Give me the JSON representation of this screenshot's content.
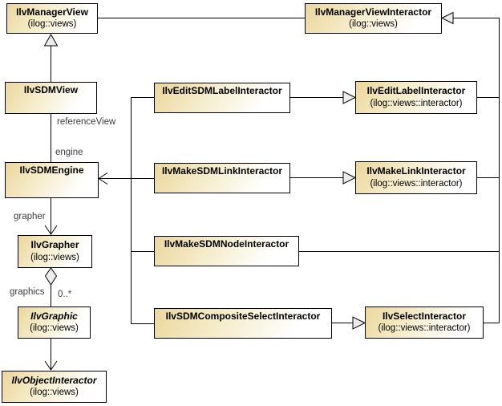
{
  "diagram": {
    "type": "uml-class-diagram",
    "background_color": "#ffffff",
    "node_fill_gradient_start": "#ecd79c",
    "node_fill_gradient_end": "#ffffff",
    "node_border_color": "#000000",
    "edge_color": "#000000"
  },
  "nodes": [
    {
      "id": "ilv-manager-view",
      "title": "IlvManagerView",
      "subtitle": "(ilog::views)"
    },
    {
      "id": "ilv-manager-view-interactor",
      "title": "IlvManagerViewInteractor",
      "subtitle": "(ilog::views)"
    },
    {
      "id": "ilv-sdm-view",
      "title": "IlvSDMView",
      "subtitle": ""
    },
    {
      "id": "ilv-edit-sdm-label-interactor",
      "title": "IlvEditSDMLabelInteractor",
      "subtitle": ""
    },
    {
      "id": "ilv-edit-label-interactor",
      "title": "IlvEditLabelInteractor",
      "subtitle": "(ilog::views::interactor)"
    },
    {
      "id": "ilv-sdm-engine",
      "title": "IlvSDMEngine",
      "subtitle": ""
    },
    {
      "id": "ilv-make-sdm-link-interactor",
      "title": "IlvMakeSDMLinkInteractor",
      "subtitle": ""
    },
    {
      "id": "ilv-make-link-interactor",
      "title": "IlvMakeLinkInteractor",
      "subtitle": "(ilog::views::interactor)"
    },
    {
      "id": "ilv-grapher",
      "title": "IlvGrapher",
      "subtitle": "(ilog::views)"
    },
    {
      "id": "ilv-make-sdm-node-interactor",
      "title": "IlvMakeSDMNodeInteractor",
      "subtitle": ""
    },
    {
      "id": "ilv-graphic",
      "title": "IlvGraphic",
      "subtitle": "(ilog::views)",
      "abstract": true
    },
    {
      "id": "ilv-sdm-composite-select-interactor",
      "title": "IlvSDMCompositeSelectInteractor",
      "subtitle": ""
    },
    {
      "id": "ilv-select-interactor",
      "title": "IlvSelectInteractor",
      "subtitle": "(ilog::views::interactor)"
    },
    {
      "id": "ilv-object-interactor",
      "title": "IlvObjectInteractor",
      "subtitle": "(ilog::views)",
      "abstract": true
    }
  ],
  "edge_labels": {
    "reference_view": "referenceView",
    "engine": "engine",
    "grapher": "grapher",
    "graphics": "graphics",
    "multiplicity": "0..*"
  },
  "relationships": [
    {
      "from": "IlvSDMView",
      "to": "IlvManagerView",
      "type": "inheritance"
    },
    {
      "from": "IlvManagerView",
      "to": "IlvManagerViewInteractor",
      "type": "association"
    },
    {
      "from": "IlvSDMView",
      "to": "IlvSDMEngine",
      "type": "association",
      "labels": [
        "referenceView",
        "engine"
      ]
    },
    {
      "from": "IlvSDMEngine",
      "to": "IlvGrapher",
      "type": "directed-association",
      "labels": [
        "grapher"
      ]
    },
    {
      "from": "IlvGrapher",
      "to": "IlvGraphic",
      "type": "aggregation",
      "labels": [
        "graphics",
        "0..*"
      ]
    },
    {
      "from": "IlvGraphic",
      "to": "IlvObjectInteractor",
      "type": "directed-association"
    },
    {
      "from": "IlvEditSDMLabelInteractor",
      "to": "IlvSDMEngine",
      "type": "directed-association"
    },
    {
      "from": "IlvMakeSDMLinkInteractor",
      "to": "IlvSDMEngine",
      "type": "directed-association"
    },
    {
      "from": "IlvMakeSDMNodeInteractor",
      "to": "IlvSDMEngine",
      "type": "directed-association"
    },
    {
      "from": "IlvSDMCompositeSelectInteractor",
      "to": "IlvSDMEngine",
      "type": "directed-association"
    },
    {
      "from": "IlvEditSDMLabelInteractor",
      "to": "IlvEditLabelInteractor",
      "type": "inheritance"
    },
    {
      "from": "IlvMakeSDMLinkInteractor",
      "to": "IlvMakeLinkInteractor",
      "type": "inheritance"
    },
    {
      "from": "IlvSDMCompositeSelectInteractor",
      "to": "IlvSelectInteractor",
      "type": "inheritance"
    },
    {
      "from": "IlvEditLabelInteractor",
      "to": "IlvManagerViewInteractor",
      "type": "inheritance"
    },
    {
      "from": "IlvMakeLinkInteractor",
      "to": "IlvManagerViewInteractor",
      "type": "inheritance"
    },
    {
      "from": "IlvMakeSDMNodeInteractor",
      "to": "IlvManagerViewInteractor",
      "type": "inheritance"
    },
    {
      "from": "IlvSelectInteractor",
      "to": "IlvManagerViewInteractor",
      "type": "inheritance"
    }
  ]
}
